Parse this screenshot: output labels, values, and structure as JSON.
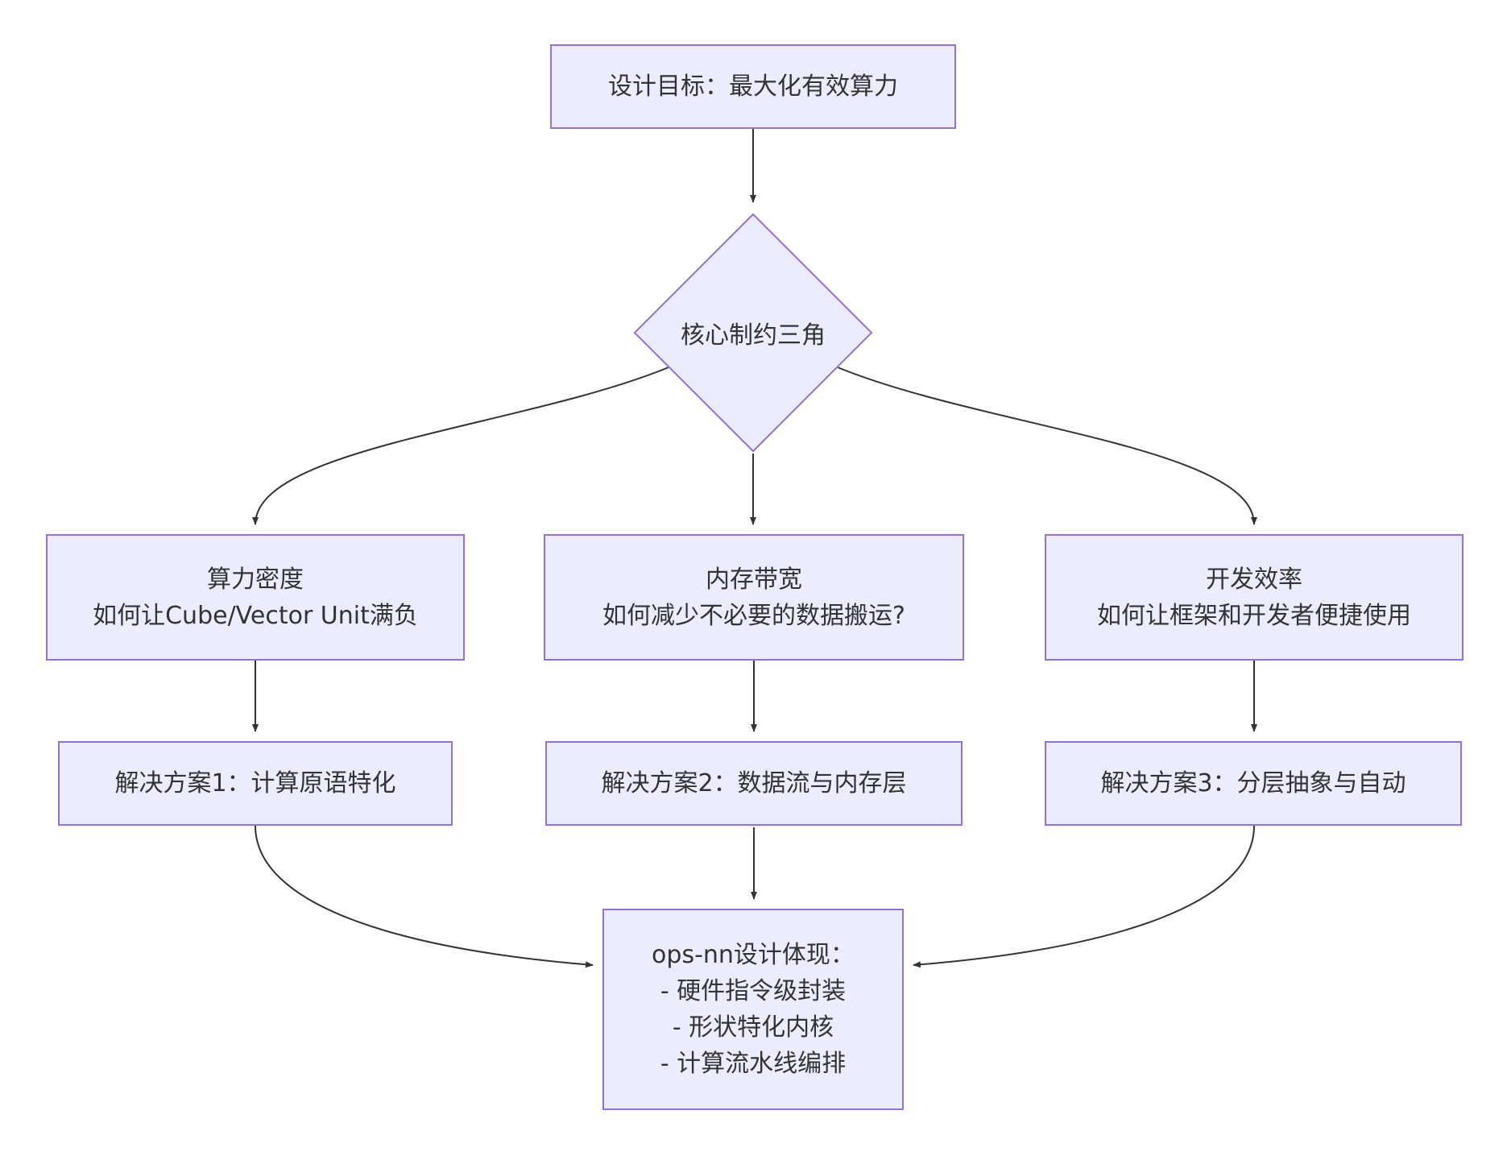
{
  "colors": {
    "node_fill": "#ECECFF",
    "node_border": "#9370DB",
    "edge": "#333333",
    "text": "#333333",
    "background": "#FFFFFF"
  },
  "flowchart": {
    "goal": "设计目标：最大化有效算力",
    "decision": "核心制约三角",
    "branches": [
      {
        "title": "算力密度",
        "question": "如何让Cube/Vector Unit满负",
        "solution": "解决方案1：计算原语特化"
      },
      {
        "title": "内存带宽",
        "question": "如何减少不必要的数据搬运?",
        "solution": "解决方案2：数据流与内存层"
      },
      {
        "title": "开发效率",
        "question": "如何让框架和开发者便捷使用",
        "solution": "解决方案3：分层抽象与自动"
      }
    ],
    "result": {
      "title": "ops-nn设计体现：",
      "items": [
        "- 硬件指令级封装",
        "- 形状特化内核",
        "- 计算流水线编排"
      ]
    }
  }
}
